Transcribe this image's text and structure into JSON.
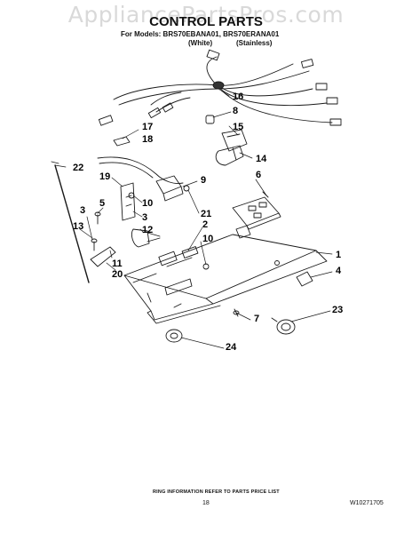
{
  "watermark": "AppliancePartsPros.com",
  "header": {
    "title": "CONTROL PARTS",
    "models": "For Models: BRS70EBANA01, BRS70ERANA01",
    "variant_white": "(White)",
    "variant_stainless": "(Stainless)"
  },
  "callouts": [
    "16",
    "8",
    "15",
    "17",
    "18",
    "14",
    "6",
    "22",
    "9",
    "19",
    "10",
    "5",
    "3",
    "21",
    "3",
    "12",
    "2",
    "13",
    "10",
    "11",
    "20",
    "1",
    "4",
    "23",
    "7",
    "24"
  ],
  "footer": {
    "note": "RING INFORMATION REFER TO PARTS PRICE LIST",
    "page": "18",
    "doc_code": "W10271705"
  }
}
